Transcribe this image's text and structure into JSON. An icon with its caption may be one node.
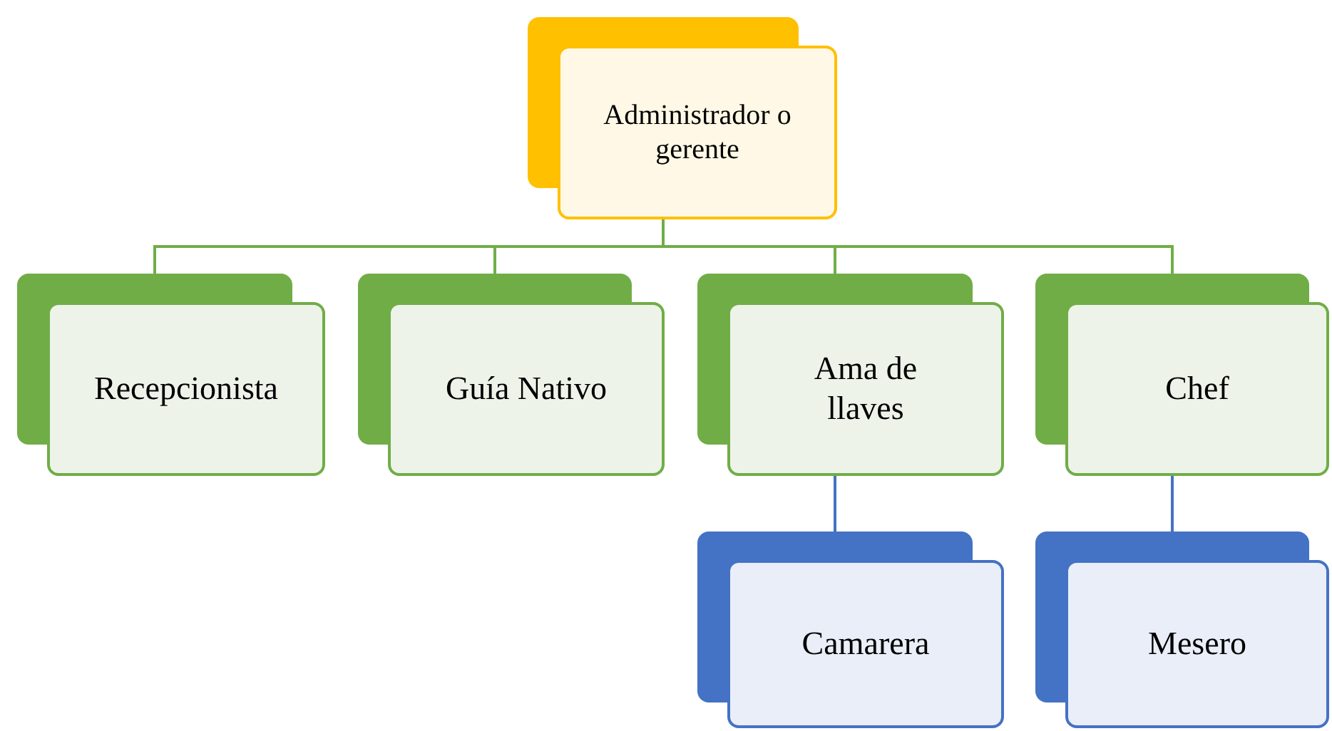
{
  "diagram": {
    "nodes": [
      {
        "text": [
          "Administrador o gerente"
        ]
      },
      {
        "text": [
          "Recepcionista"
        ]
      },
      {
        "text": [
          "Guía Nativo"
        ]
      },
      {
        "text": [
          "Ama de llaves"
        ]
      },
      {
        "text": [
          "Chef"
        ]
      },
      {
        "text": [
          "Camarera"
        ]
      },
      {
        "text": [
          "Mesero"
        ]
      }
    ],
    "edges": [
      {
        "from": 0,
        "to": 1,
        "arrow": "none"
      },
      {
        "from": 0,
        "to": 2,
        "arrow": "none"
      },
      {
        "from": 0,
        "to": 3,
        "arrow": "none"
      },
      {
        "from": 0,
        "to": 4,
        "arrow": "none"
      },
      {
        "from": 3,
        "to": 5,
        "arrow": "none",
        "color": "#4472c4"
      },
      {
        "from": 4,
        "to": 6,
        "arrow": "none",
        "color": "#4472c4"
      }
    ]
  }
}
